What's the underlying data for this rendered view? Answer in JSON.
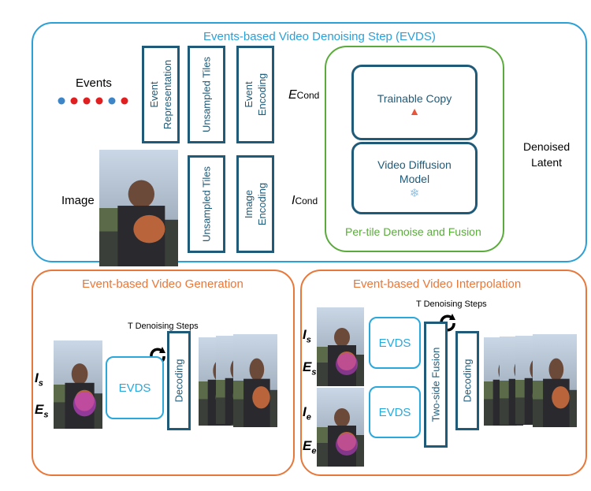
{
  "top": {
    "title": "Events-based Video Denoising Step (EVDS)",
    "events_label": "Events",
    "image_label": "Image",
    "event_representation": "Event\nRepresentation",
    "unsampled_tiles_1": "Unsampled Tiles",
    "event_encoding": "Event\nEncoding",
    "unsampled_tiles_2": "Unsampled Tiles",
    "image_encoding": "Image\nEncoding",
    "e_cond_main": "E",
    "e_cond_sub": "Cond",
    "i_cond_main": "I",
    "i_cond_sub": "Cond",
    "trainable_copy": "Trainable Copy",
    "video_diffusion_model": "Video Diffusion\nModel",
    "per_tile_label": "Per-tile Denoise and Fusion",
    "denoised_latent": "Denoised\nLatent",
    "event_dot_colors": [
      "#3d85c6",
      "#e02020",
      "#e02020",
      "#e02020",
      "#3d85c6",
      "#e02020"
    ]
  },
  "generation": {
    "title": "Event-based Video Generation",
    "t_steps": "T Denoising Steps",
    "evds": "EVDS",
    "decoding": "Decoding",
    "is_main": "I",
    "is_sub": "s",
    "es_main": "E",
    "es_sub": "s"
  },
  "interpolation": {
    "title": "Event-based Video Interpolation",
    "t_steps": "T Denoising Steps",
    "evds_1": "EVDS",
    "evds_2": "EVDS",
    "two_side_fusion": "Two-side Fusion",
    "decoding": "Decoding",
    "is_main": "I",
    "is_sub": "s",
    "es_main": "E",
    "es_sub": "s",
    "ie_main": "I",
    "ie_sub": "e",
    "ee_main": "E",
    "ee_sub": "e"
  },
  "colors": {
    "top_border": "#2aa0d8",
    "bottom_border": "#e8773a",
    "green": "#5aab3c",
    "dark_teal": "#1f5a78",
    "evds_blue": "#2aa8dc"
  }
}
